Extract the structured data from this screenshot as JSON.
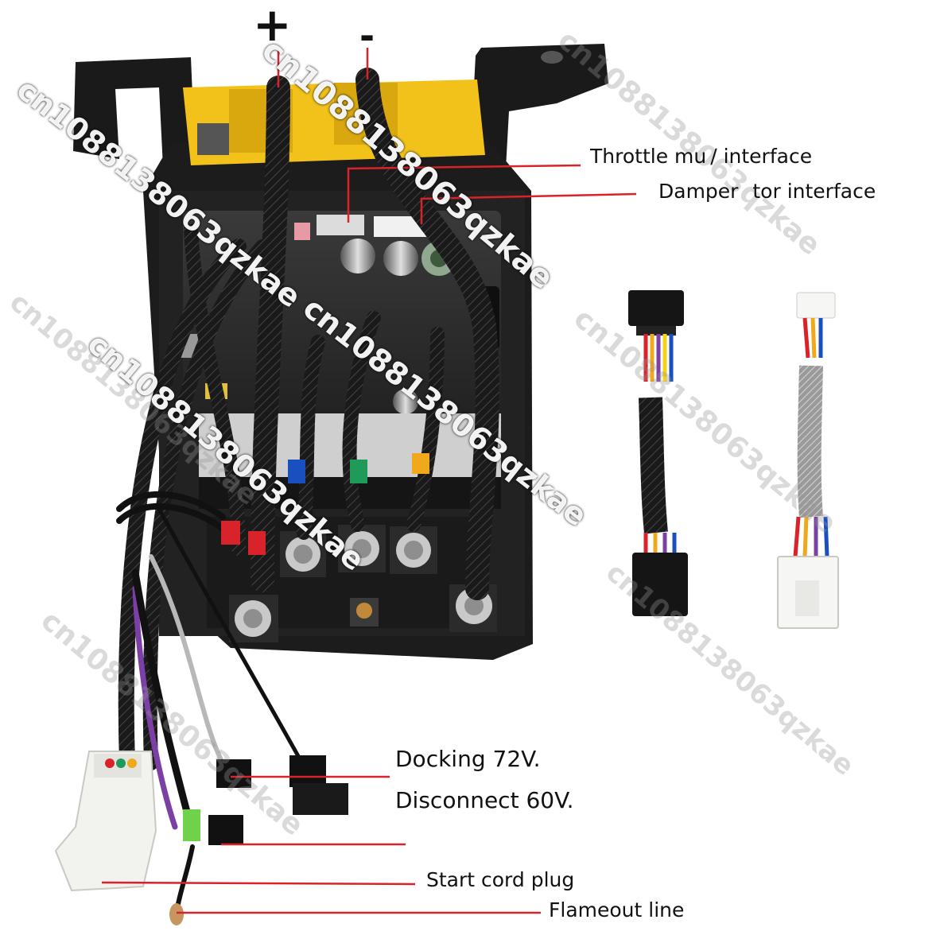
{
  "signs": {
    "plus": "+",
    "minus": "-"
  },
  "labels": {
    "throttle": "Throttle mu ∕ interface",
    "damper": "Damper   tor interface",
    "docking": "Docking 72V.",
    "disconnect": "Disconnect 60V.",
    "start_cord": "Start cord plug",
    "flameout": "Flameout line"
  },
  "watermark": {
    "text": "cn1088138063qzkae"
  },
  "colors": {
    "annotation_line": "#d9232a",
    "housing": "#1c1c1c",
    "board": "#2a2a2a",
    "connector_yellow": "#f2c21b",
    "plug_white": "#f2f2ee",
    "wire_purple": "#7b3fa6",
    "wire_grey": "#b8b8b8"
  }
}
